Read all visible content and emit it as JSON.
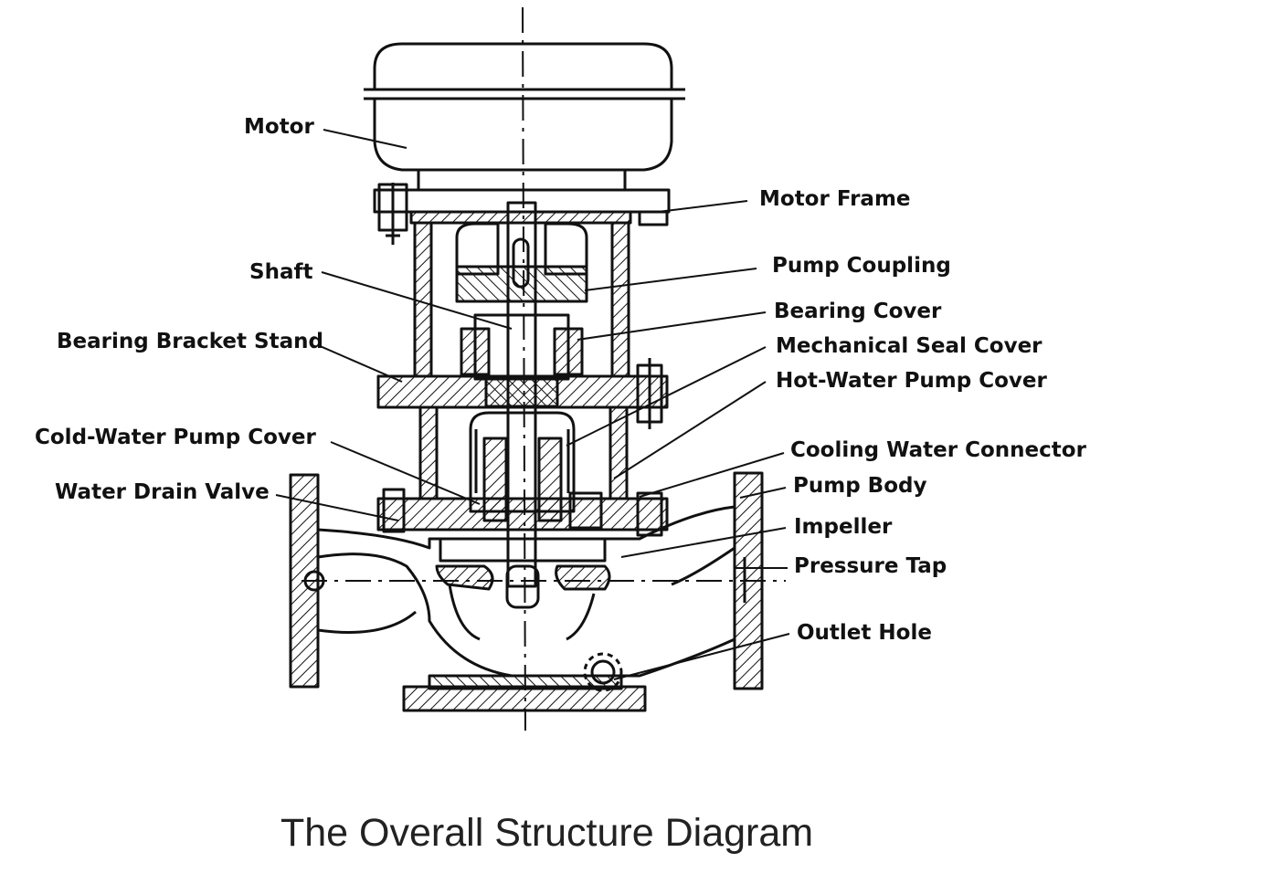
{
  "diagram": {
    "title": "The Overall Structure Diagram",
    "labels": {
      "motor": "Motor",
      "motor_frame": "Motor Frame",
      "shaft": "Shaft",
      "pump_coupling": "Pump Coupling",
      "bearing_cover": "Bearing Cover",
      "bearing_bracket_stand": "Bearing Bracket Stand",
      "mechanical_seal_cover": "Mechanical Seal Cover",
      "hot_water_pump_cover": "Hot-Water Pump Cover",
      "cold_water_pump_cover": "Cold-Water Pump Cover",
      "cooling_water_connector": "Cooling Water Connector",
      "water_drain_valve": "Water Drain Valve",
      "pump_body": "Pump Body",
      "impeller": "Impeller",
      "pressure_tap": "Pressure Tap",
      "outlet_hole": "Outlet Hole"
    }
  }
}
